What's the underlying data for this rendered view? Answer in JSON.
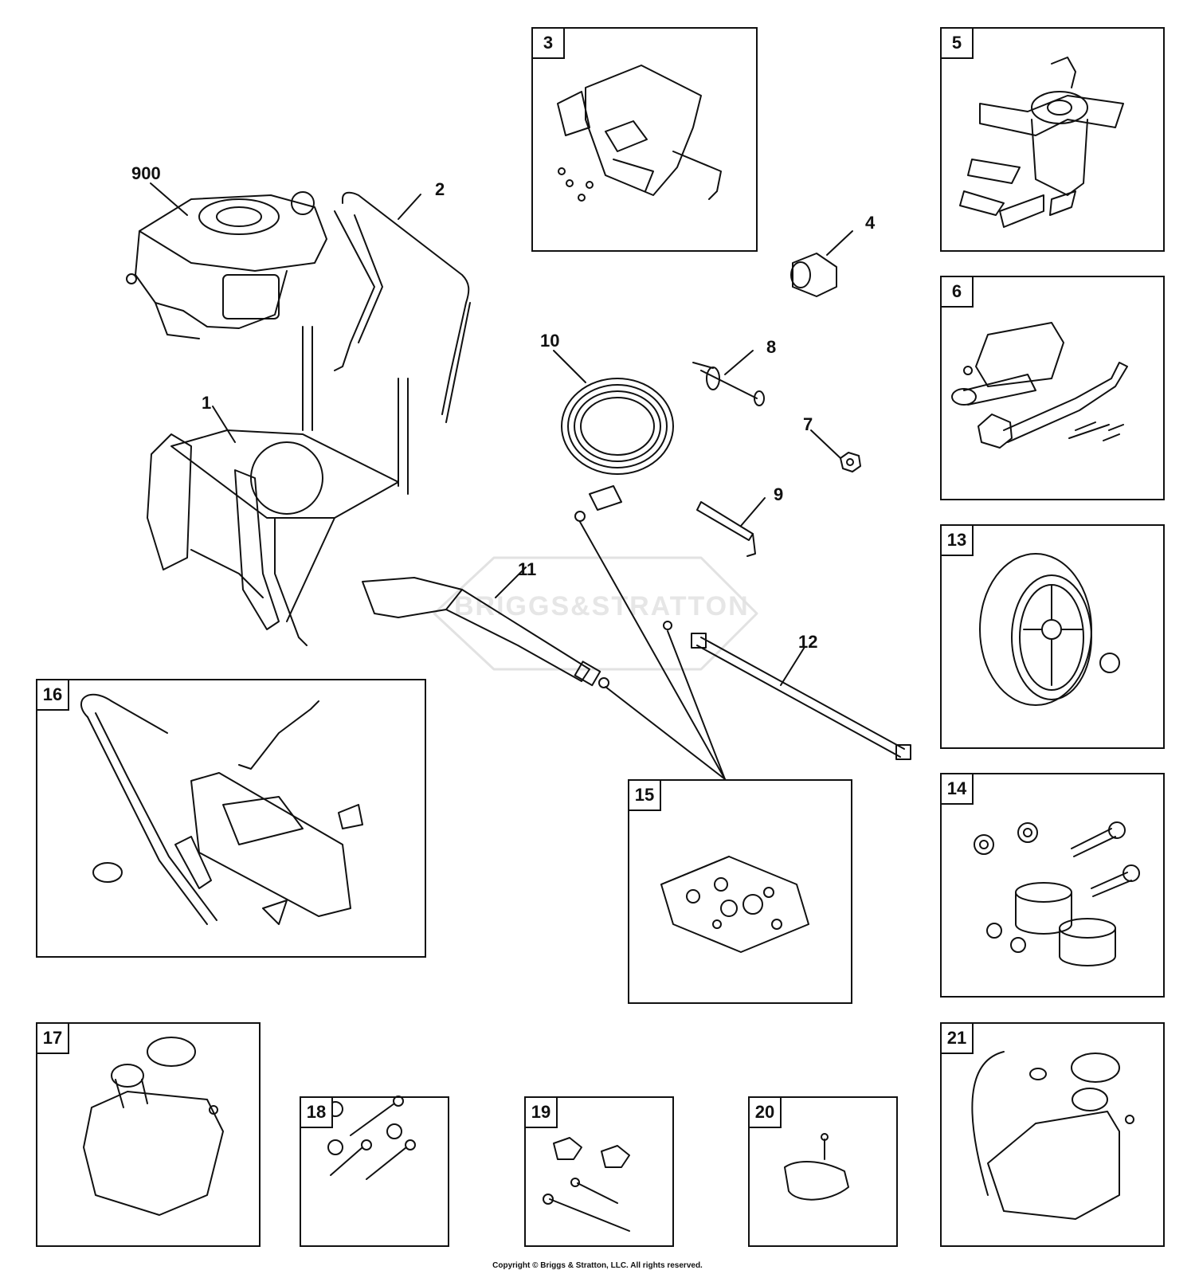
{
  "diagram": {
    "watermark": "BRIGGS&STRATTON",
    "copyright": "Copyright © Briggs & Stratton, LLC. All rights reserved.",
    "callouts": {
      "c900": "900",
      "c1": "1",
      "c2": "2",
      "c4": "4",
      "c7": "7",
      "c8": "8",
      "c9": "9",
      "c10": "10",
      "c11": "11",
      "c12": "12"
    },
    "boxes": {
      "b3": "3",
      "b5": "5",
      "b6": "6",
      "b13": "13",
      "b14": "14",
      "b15": "15",
      "b16": "16",
      "b17": "17",
      "b18": "18",
      "b19": "19",
      "b20": "20",
      "b21": "21"
    }
  }
}
